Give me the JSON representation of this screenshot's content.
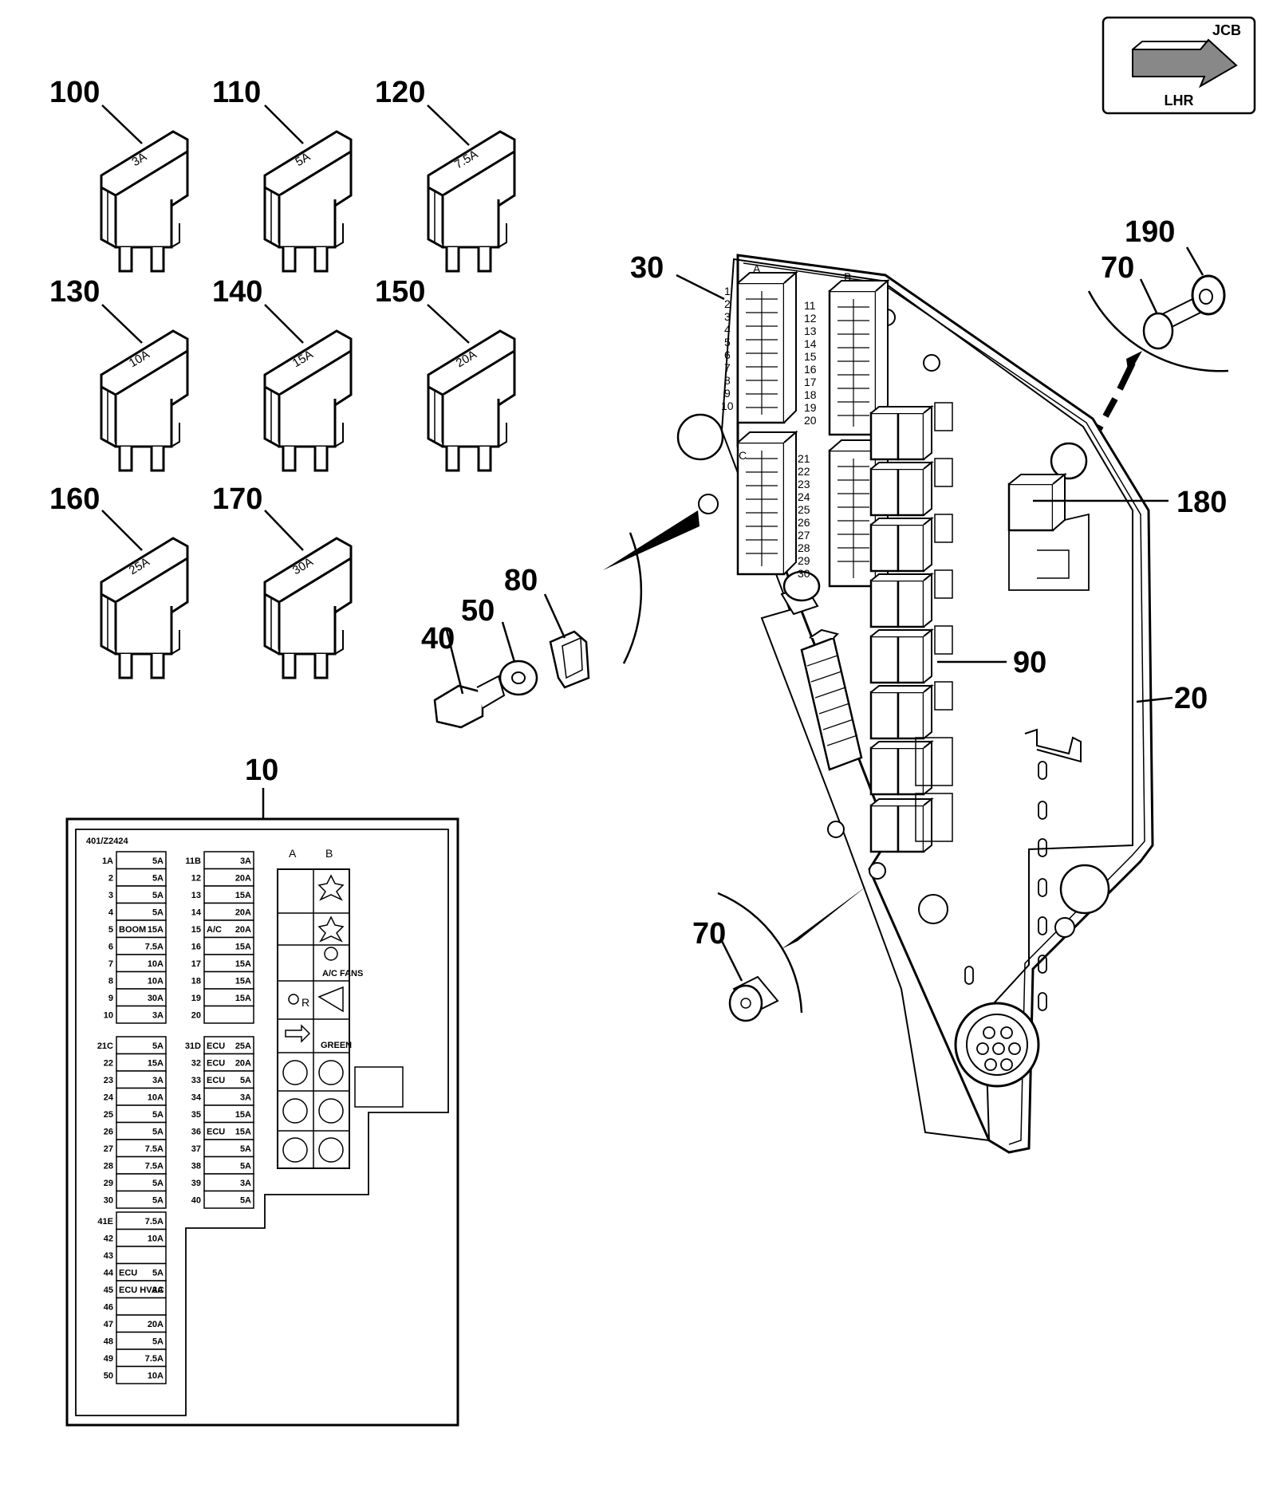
{
  "badge": {
    "brand": "JCB",
    "label": "LHR"
  },
  "callouts": {
    "c10": "10",
    "c20": "20",
    "c30": "30",
    "c40": "40",
    "c50": "50",
    "c70a": "70",
    "c70b": "70",
    "c80": "80",
    "c90": "90",
    "c100": "100",
    "c110": "110",
    "c120": "120",
    "c130": "130",
    "c140": "140",
    "c150": "150",
    "c160": "160",
    "c170": "170",
    "c180": "180",
    "c190": "190"
  },
  "fuses": [
    {
      "rating": "3A"
    },
    {
      "rating": "5A"
    },
    {
      "rating": "7.5A"
    },
    {
      "rating": "10A"
    },
    {
      "rating": "15A"
    },
    {
      "rating": "20A"
    },
    {
      "rating": "25A"
    },
    {
      "rating": "30A"
    }
  ],
  "decal": {
    "part_no": "401/Z2424",
    "col_a": "A",
    "col_b": "B",
    "rows": [
      {
        "n": "1A",
        "a": "5A"
      },
      {
        "n": "2",
        "a": "5A"
      },
      {
        "n": "3",
        "a": "5A"
      },
      {
        "n": "4",
        "a": "5A"
      },
      {
        "n": "5",
        "t": "BOOM",
        "a": "15A"
      },
      {
        "n": "6",
        "a": "7.5A"
      },
      {
        "n": "7",
        "a": "10A"
      },
      {
        "n": "8",
        "a": "10A"
      },
      {
        "n": "9",
        "a": "30A"
      },
      {
        "n": "10",
        "a": "3A"
      },
      {
        "n": "11B",
        "a": "3A"
      },
      {
        "n": "12",
        "a": "20A"
      },
      {
        "n": "13",
        "a": "15A"
      },
      {
        "n": "14",
        "a": "20A"
      },
      {
        "n": "15",
        "t": "A/C",
        "a": "20A"
      },
      {
        "n": "16",
        "a": "15A"
      },
      {
        "n": "17",
        "a": "15A"
      },
      {
        "n": "18",
        "a": "15A"
      },
      {
        "n": "19",
        "a": "15A"
      },
      {
        "n": "20",
        "a": ""
      },
      {
        "n": "21C",
        "a": "5A"
      },
      {
        "n": "22",
        "a": "15A"
      },
      {
        "n": "23",
        "a": "3A"
      },
      {
        "n": "24",
        "a": "10A"
      },
      {
        "n": "25",
        "a": "5A"
      },
      {
        "n": "26",
        "a": "5A"
      },
      {
        "n": "27",
        "a": "7.5A"
      },
      {
        "n": "28",
        "a": "7.5A"
      },
      {
        "n": "29",
        "a": "5A"
      },
      {
        "n": "30",
        "a": "5A"
      },
      {
        "n": "31D",
        "t": "ECU",
        "a": "25A"
      },
      {
        "n": "32",
        "t": "ECU",
        "a": "20A"
      },
      {
        "n": "33",
        "t": "ECU",
        "a": "5A"
      },
      {
        "n": "34",
        "a": "3A"
      },
      {
        "n": "35",
        "a": "15A"
      },
      {
        "n": "36",
        "t": "ECU",
        "a": "15A"
      },
      {
        "n": "37",
        "a": "5A"
      },
      {
        "n": "38",
        "a": "5A"
      },
      {
        "n": "39",
        "a": "3A"
      },
      {
        "n": "40",
        "a": "5A"
      },
      {
        "n": "41E",
        "a": "7.5A"
      },
      {
        "n": "42",
        "a": "10A"
      },
      {
        "n": "43",
        "a": ""
      },
      {
        "n": "44",
        "t": "ECU",
        "a": "5A"
      },
      {
        "n": "45",
        "t": "ECU HVAC",
        "a": "3A"
      },
      {
        "n": "46",
        "a": ""
      },
      {
        "n": "47",
        "a": "20A"
      },
      {
        "n": "48",
        "a": "5A"
      },
      {
        "n": "49",
        "a": "7.5A"
      },
      {
        "n": "50",
        "a": "10A"
      }
    ],
    "relay_labels": {
      "ac_fans": "A/C FANS",
      "green": "GREEN",
      "r": "R"
    }
  },
  "connector_pins": {
    "a": [
      "1",
      "2",
      "3",
      "4",
      "5",
      "6",
      "7",
      "8",
      "9",
      "10"
    ],
    "b": [
      "11",
      "12",
      "13",
      "14",
      "15",
      "16",
      "17",
      "18",
      "19",
      "20"
    ],
    "c": [
      "21",
      "22",
      "23",
      "24",
      "25",
      "26",
      "27",
      "28",
      "29",
      "30"
    ],
    "letters": {
      "a": "A",
      "b": "B",
      "c": "C"
    }
  }
}
